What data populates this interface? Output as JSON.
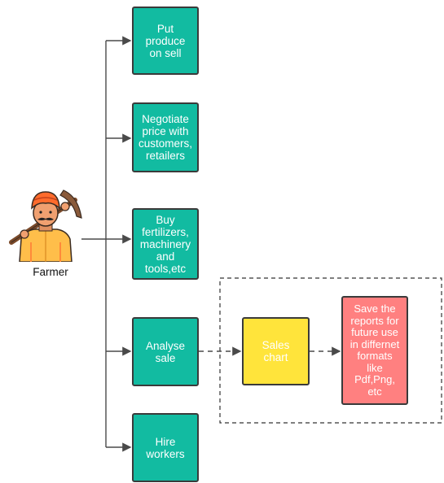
{
  "actor": {
    "label": "Farmer",
    "icon": "farmer-icon"
  },
  "actions": [
    {
      "id": "sell",
      "label": "Put\nproduce\non sell"
    },
    {
      "id": "negotiate",
      "label": "Negotiate\nprice with\ncustomers,\nretailers"
    },
    {
      "id": "buy",
      "label": "Buy\nfertilizers,\nmachinery\nand\ntools,etc"
    },
    {
      "id": "analyse",
      "label": "Analyse\nsale"
    },
    {
      "id": "hire",
      "label": "Hire\nworkers"
    }
  ],
  "sales_chart": {
    "label": "Sales\nchart"
  },
  "save_reports": {
    "label": "Save the\nreports for\nfuture use\nin differnet\nformats\nlike\nPdf,Png,\netc"
  },
  "colors": {
    "action_fill": "#12bba1",
    "sales_fill": "#ffe43b",
    "reports_fill": "#ff8080",
    "stroke": "#3a3a3a"
  }
}
